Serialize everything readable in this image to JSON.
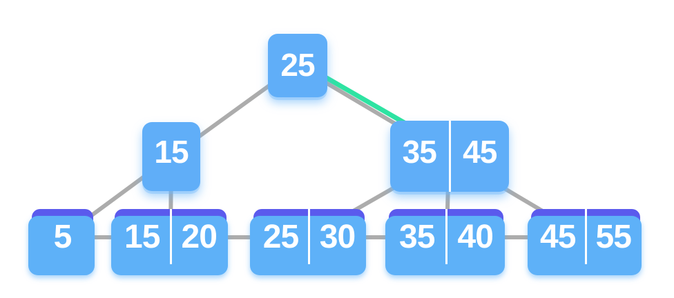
{
  "diagram": {
    "type": "b-plus-tree"
  },
  "colors": {
    "internal_node_fill": "#60AEF8",
    "leaf_node_fill": "#5B5AED",
    "leaf_node_underlay": "#5EB1F8",
    "edge": "#ACACAC",
    "highlight_edge": "#2EE3A2",
    "key_text": "#FFFFFF"
  },
  "tree": {
    "levels": [
      {
        "name": "root",
        "nodes": [
          {
            "keys": [
              "25"
            ]
          }
        ]
      },
      {
        "name": "internal",
        "nodes": [
          {
            "keys": [
              "15"
            ]
          },
          {
            "keys": [
              "35",
              "45"
            ]
          }
        ]
      },
      {
        "name": "leaves",
        "nodes": [
          {
            "keys": [
              "5"
            ]
          },
          {
            "keys": [
              "15",
              "20"
            ]
          },
          {
            "keys": [
              "25",
              "30"
            ]
          },
          {
            "keys": [
              "35",
              "40"
            ]
          },
          {
            "keys": [
              "45",
              "55"
            ]
          }
        ]
      }
    ]
  },
  "edges": [
    {
      "from": "root:25",
      "to": "internal:15",
      "style": "normal"
    },
    {
      "from": "root:25",
      "to": "internal:35|45",
      "style": "highlighted"
    },
    {
      "from": "internal:15",
      "to": "leaf:5",
      "style": "normal"
    },
    {
      "from": "internal:15",
      "to": "leaf:15|20",
      "style": "normal"
    },
    {
      "from": "internal:35|45",
      "to": "leaf:25|30",
      "style": "normal"
    },
    {
      "from": "internal:35|45",
      "to": "leaf:35|40",
      "style": "normal"
    },
    {
      "from": "internal:35|45",
      "to": "leaf:45|55",
      "style": "normal"
    },
    {
      "from": "leaf:5",
      "to": "leaf:45|55",
      "style": "leaf-chain"
    }
  ]
}
